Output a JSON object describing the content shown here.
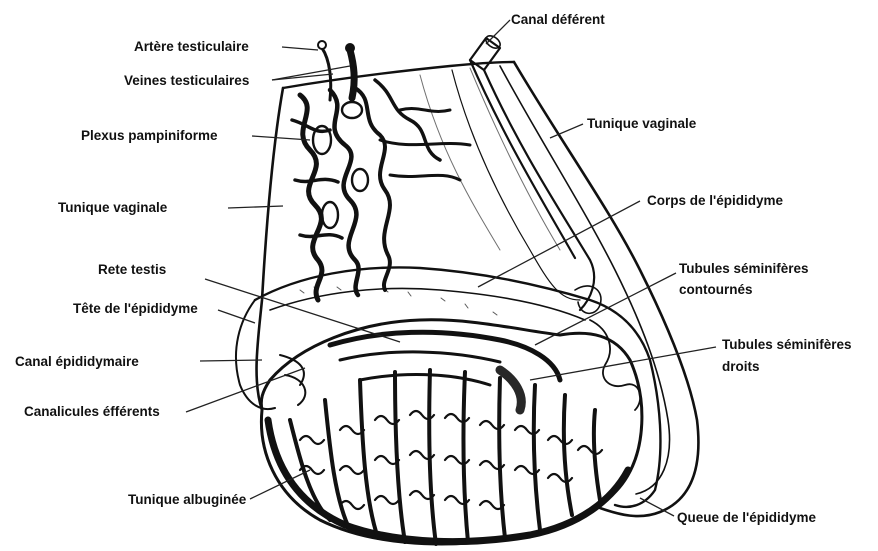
{
  "labels": {
    "arteria": "Artère testiculaire",
    "veines": "Veines testiculaires",
    "plexus": "Plexus pampiniforme",
    "tunique_left": "Tunique vaginale",
    "rete": "Rete testis",
    "tete": "Tête de l'épididyme",
    "canal_epi": "Canal épididymaire",
    "canalicules": "Canalicules éfférents",
    "albuginee": "Tunique albuginée",
    "canal_def": "Canal déférent",
    "tunique_right": "Tunique vaginale",
    "corps": "Corps de l'épididyme",
    "tub_cont_1": "Tubules séminifères",
    "tub_cont_2": "contournés",
    "tub_droits_1": "Tubules séminifères",
    "tub_droits_2": "droits",
    "queue": "Queue de l'épididyme"
  },
  "colors": {
    "ink": "#111111",
    "background": "#ffffff"
  }
}
